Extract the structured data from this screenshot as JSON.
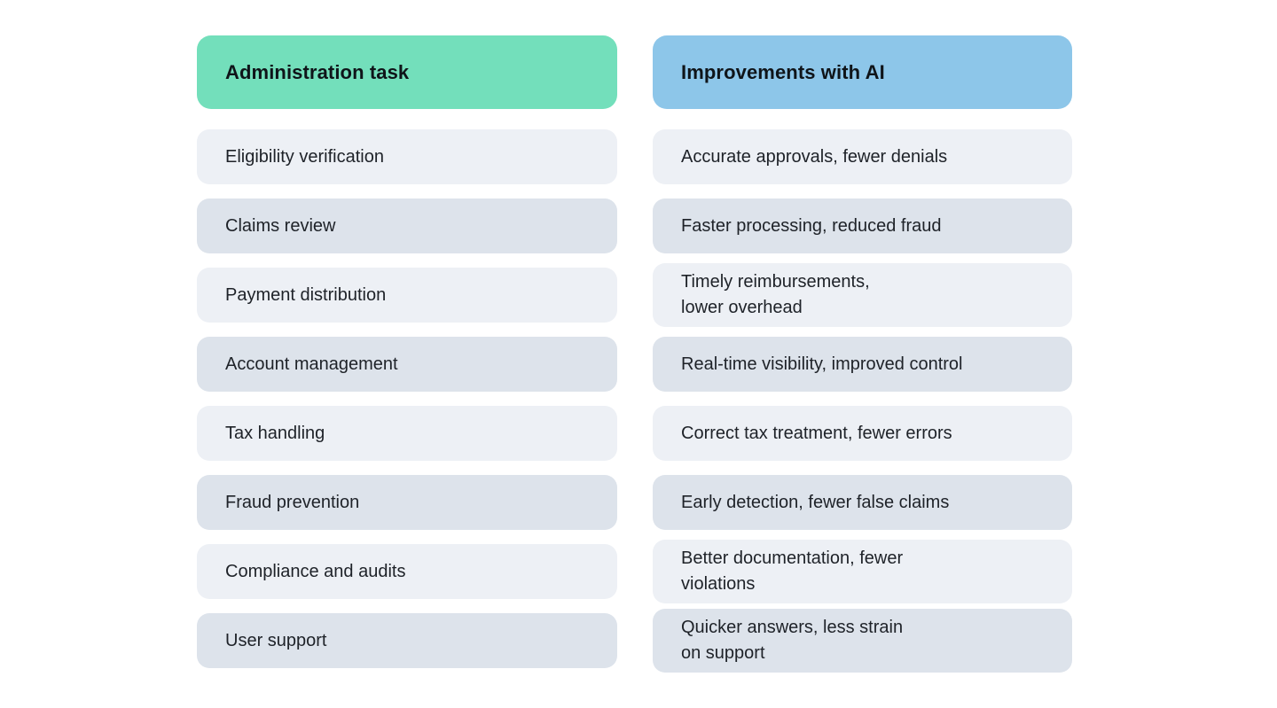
{
  "colors": {
    "left_header_bg": "#73dfbb",
    "right_header_bg": "#8dc6e9",
    "row_light_bg": "#edf0f5",
    "row_dark_bg": "#dde3eb",
    "background": "#ffffff",
    "header_text": "#0f1419",
    "row_text": "#1e2228"
  },
  "table": {
    "columns": [
      {
        "header": "Administration task",
        "rows": [
          "Eligibility verification",
          "Claims review",
          "Payment distribution",
          "Account management",
          "Tax handling",
          "Fraud prevention",
          "Compliance and audits",
          "User support"
        ]
      },
      {
        "header": "Improvements with AI",
        "rows": [
          "Accurate approvals, fewer denials",
          "Faster processing, reduced fraud",
          "Timely reimbursements,\nlower overhead",
          "Real-time visibility, improved control",
          "Correct tax treatment, fewer errors",
          "Early detection, fewer false claims",
          "Better documentation, fewer\nviolations",
          "Quicker answers, less strain\non support"
        ]
      }
    ]
  }
}
